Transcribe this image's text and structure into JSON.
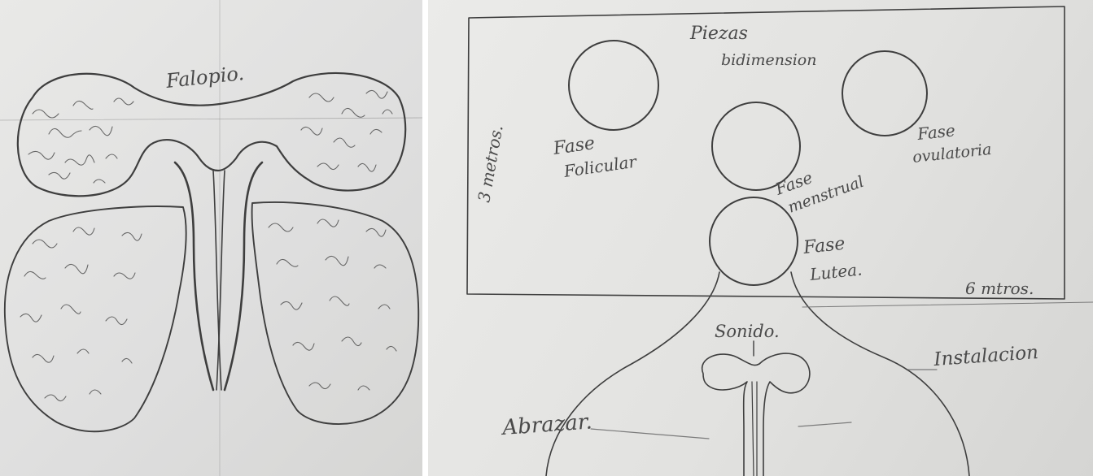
{
  "left_sketch": {
    "label": "Falopio."
  },
  "right_sketch": {
    "title_line1": "Piezas",
    "title_line2": "bidimension",
    "height_label": "3 metros.",
    "width_label": "6 mtros.",
    "phases": [
      {
        "line1": "Fase",
        "line2": "Folicular"
      },
      {
        "line1": "Fase",
        "line2": "menstrual"
      },
      {
        "line1": "Fase",
        "line2": "ovulatoria"
      },
      {
        "line1": "Fase",
        "line2": "Lutea."
      }
    ],
    "sonido_label": "Sonido.",
    "instalacion_label": "Instalacion",
    "abrazar_label": "Abrazar."
  },
  "colors": {
    "paper": "#e4e4e2",
    "pencil": "#3e3e3e"
  }
}
